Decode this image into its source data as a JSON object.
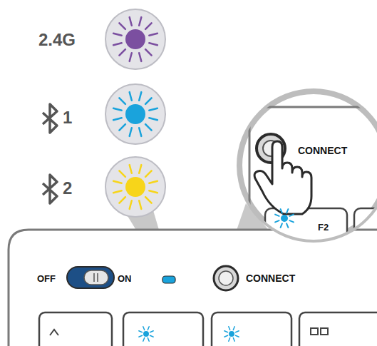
{
  "diagram": {
    "labels": [
      "2.4G",
      "1",
      "2",
      "CONNECT",
      "OFF",
      "ON",
      "CONNECT",
      "F2"
    ]
  }
}
